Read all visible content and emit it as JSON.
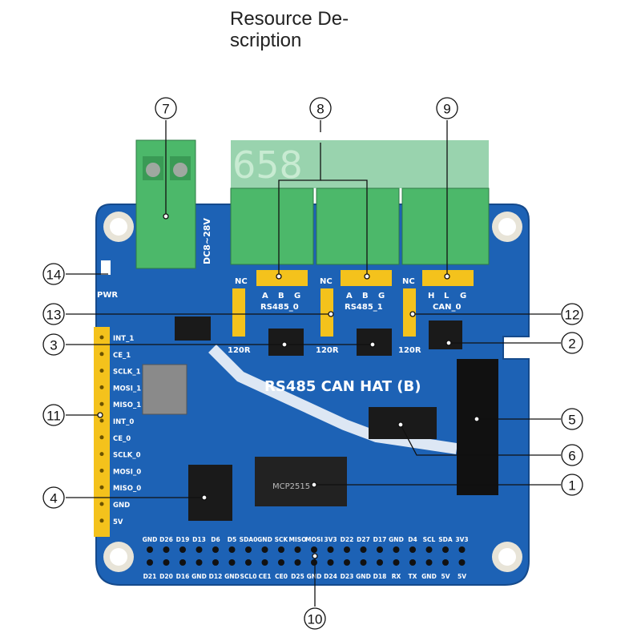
{
  "title_line1": "Resource De-",
  "title_line2": "scription",
  "board": {
    "name": "RS485 CAN HAT (B)",
    "power_label": "DC8~28V",
    "pwr_led": "PWR",
    "terminal_watermark": "658",
    "jumpers": {
      "nc": "NC",
      "r120": "120R",
      "rs485_0": "RS485_0",
      "rs485_1": "RS485_1",
      "can_0": "CAN_0"
    },
    "terminal_pins": {
      "rs485_0": [
        "A",
        "B",
        "G"
      ],
      "rs485_1": [
        "A",
        "B",
        "G"
      ],
      "can_0": [
        "H",
        "L",
        "G"
      ]
    },
    "chip_text": "MCP2515",
    "side_pins": [
      "INT_1",
      "CE_1",
      "SCLK_1",
      "MOSI_1",
      "MISO_1",
      "INT_0",
      "CE_0",
      "SCLK_0",
      "MOSI_0",
      "MISO_0",
      "GND",
      "5V"
    ],
    "gpio_top": [
      "GND",
      "D26",
      "D19",
      "D13",
      "D6",
      "D5",
      "SDA0",
      "GND",
      "SCK",
      "MISO",
      "MOSI",
      "3V3",
      "D22",
      "D27",
      "D17",
      "GND",
      "D4",
      "SCL",
      "SDA",
      "3V3"
    ],
    "gpio_bottom": [
      "D21",
      "D20",
      "D16",
      "GND",
      "D12",
      "GND",
      "SCL0",
      "CE1",
      "CE0",
      "D25",
      "GND",
      "D24",
      "D23",
      "GND",
      "D18",
      "RX",
      "TX",
      "GND",
      "5V",
      "5V"
    ]
  },
  "callouts": [
    "1",
    "2",
    "3",
    "4",
    "5",
    "6",
    "7",
    "8",
    "9",
    "10",
    "11",
    "12",
    "13",
    "14"
  ]
}
